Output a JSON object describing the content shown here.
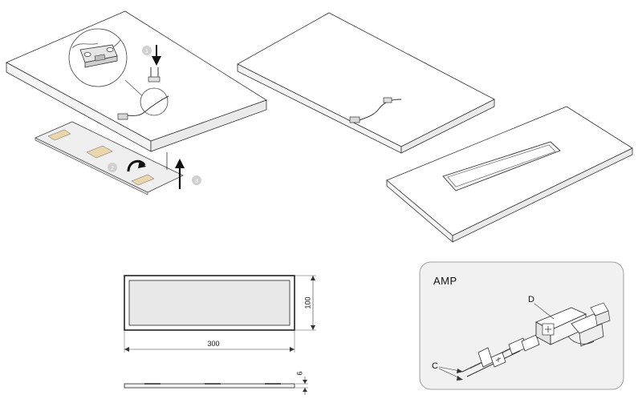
{
  "dimensions": {
    "width": "300",
    "height": "100",
    "thickness": "6"
  },
  "connector_box": {
    "title": "AMP",
    "label_d": "D",
    "label_c": "C"
  },
  "step_markers": [
    "1",
    "2",
    "3"
  ]
}
